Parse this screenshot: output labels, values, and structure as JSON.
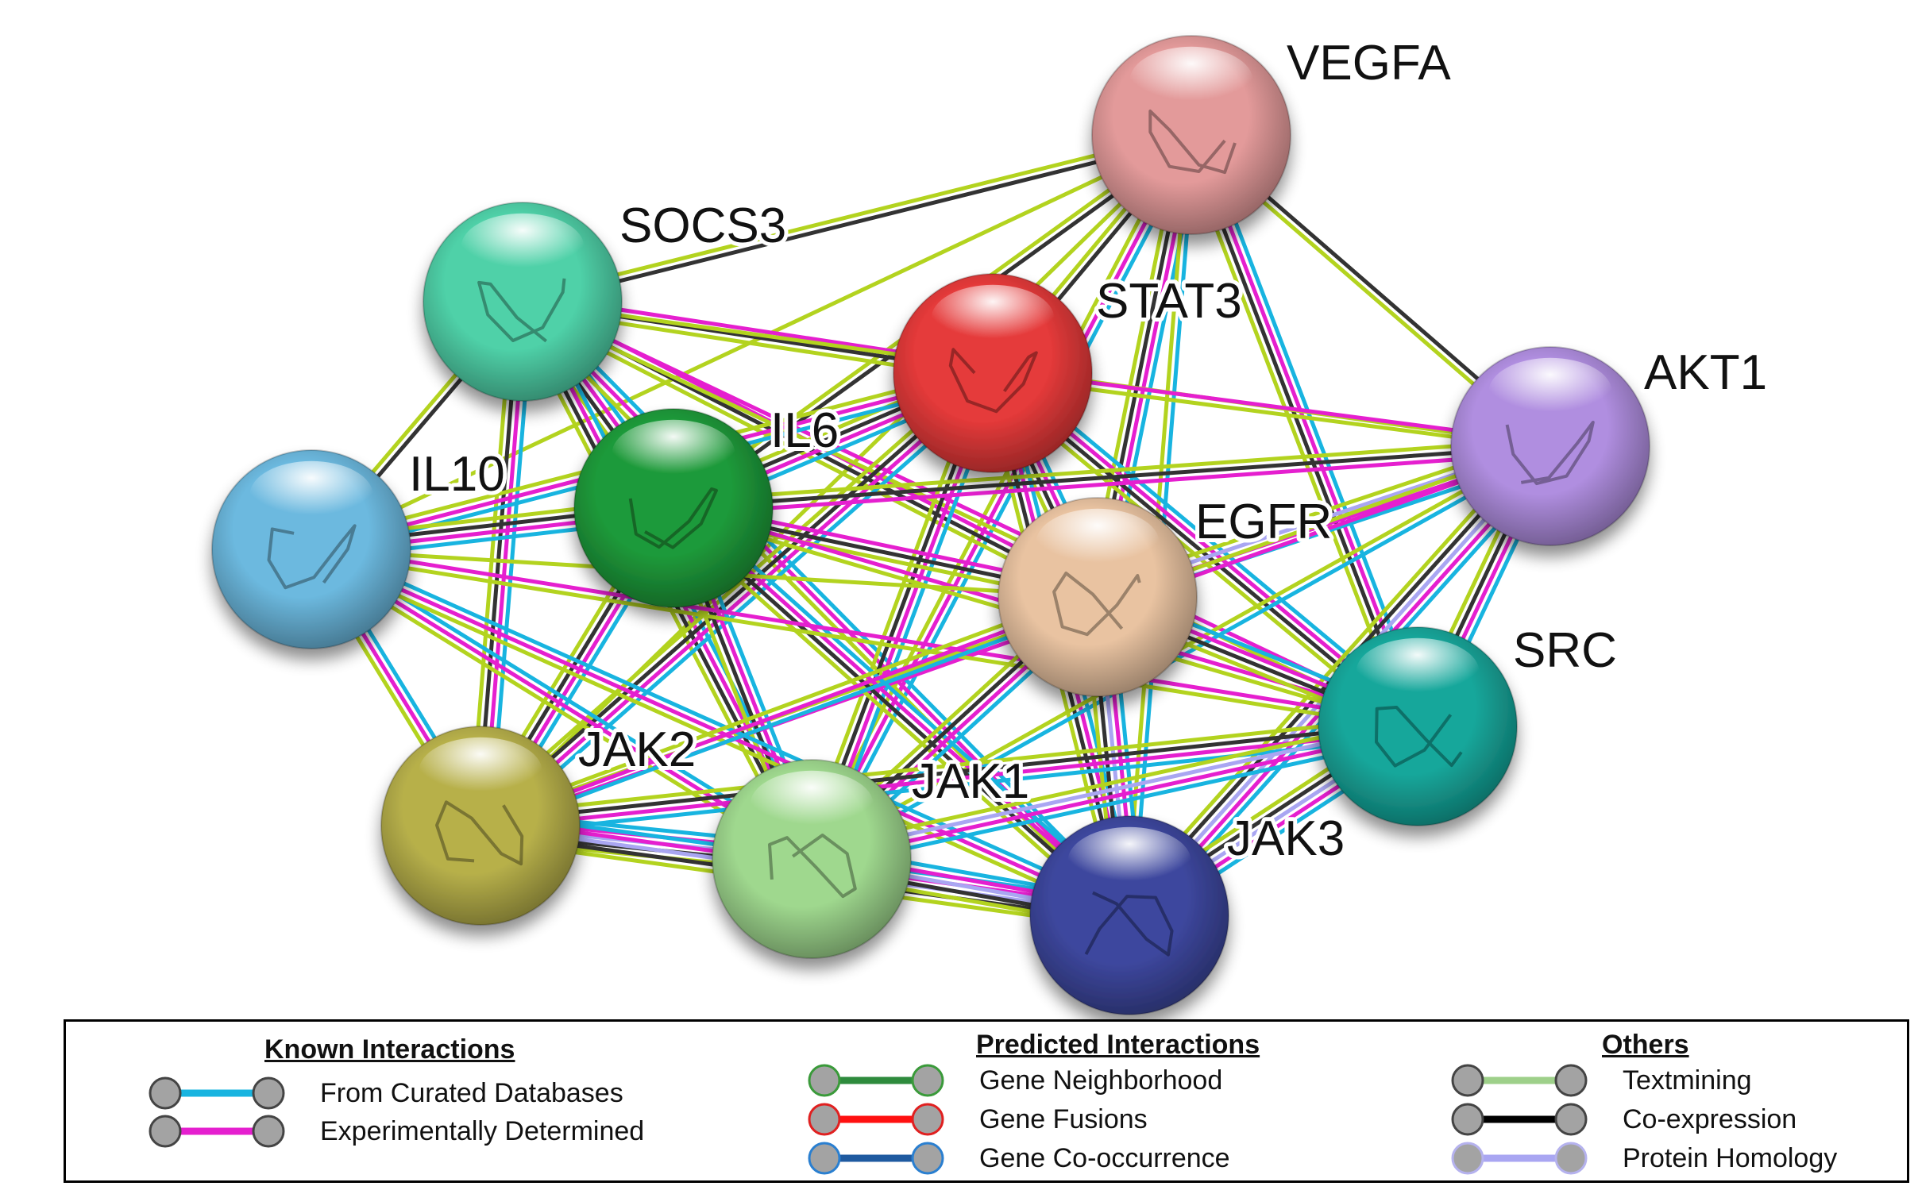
{
  "nodes": [
    {
      "id": "VEGFA",
      "label": "VEGFA",
      "color": "#e39a9a"
    },
    {
      "id": "SOCS3",
      "label": "SOCS3",
      "color": "#4fd1a8"
    },
    {
      "id": "STAT3",
      "label": "STAT3",
      "color": "#e53a3a"
    },
    {
      "id": "AKT1",
      "label": "AKT1",
      "color": "#b08ee0"
    },
    {
      "id": "IL6",
      "label": "IL6",
      "color": "#1e9a3a"
    },
    {
      "id": "IL10",
      "label": "IL10",
      "color": "#6cb9df"
    },
    {
      "id": "EGFR",
      "label": "EGFR",
      "color": "#e9c3a1"
    },
    {
      "id": "SRC",
      "label": "SRC",
      "color": "#16a79b"
    },
    {
      "id": "JAK2",
      "label": "JAK2",
      "color": "#b7b04a"
    },
    {
      "id": "JAK1",
      "label": "JAK1",
      "color": "#9fd88e"
    },
    {
      "id": "JAK3",
      "label": "JAK3",
      "color": "#3d479e"
    }
  ],
  "edge_colors": {
    "curated": "#18b4e0",
    "experimental": "#e51fcf",
    "textmining": "#b3d31f",
    "coexpression": "#333333",
    "homology": "#a9a6f2"
  },
  "edges": [
    {
      "source": "VEGFA",
      "target": "SOCS3",
      "types": [
        "coexpression",
        "textmining"
      ]
    },
    {
      "source": "VEGFA",
      "target": "STAT3",
      "types": [
        "coexpression",
        "textmining"
      ]
    },
    {
      "source": "VEGFA",
      "target": "AKT1",
      "types": [
        "coexpression",
        "textmining"
      ]
    },
    {
      "source": "VEGFA",
      "target": "IL6",
      "types": [
        "coexpression",
        "textmining"
      ]
    },
    {
      "source": "VEGFA",
      "target": "IL10",
      "types": [
        "textmining"
      ]
    },
    {
      "source": "VEGFA",
      "target": "EGFR",
      "types": [
        "curated",
        "experimental",
        "coexpression",
        "textmining"
      ]
    },
    {
      "source": "VEGFA",
      "target": "SRC",
      "types": [
        "curated",
        "experimental",
        "coexpression",
        "textmining"
      ]
    },
    {
      "source": "VEGFA",
      "target": "JAK2",
      "types": [
        "textmining"
      ]
    },
    {
      "source": "VEGFA",
      "target": "JAK1",
      "types": [
        "curated",
        "experimental",
        "textmining"
      ]
    },
    {
      "source": "VEGFA",
      "target": "JAK3",
      "types": [
        "curated",
        "textmining"
      ]
    },
    {
      "source": "SOCS3",
      "target": "STAT3",
      "types": [
        "experimental",
        "coexpression",
        "textmining"
      ]
    },
    {
      "source": "SOCS3",
      "target": "IL6",
      "types": [
        "curated",
        "experimental",
        "coexpression",
        "textmining"
      ]
    },
    {
      "source": "SOCS3",
      "target": "IL10",
      "types": [
        "coexpression",
        "textmining"
      ]
    },
    {
      "source": "SOCS3",
      "target": "EGFR",
      "types": [
        "experimental",
        "coexpression",
        "textmining"
      ]
    },
    {
      "source": "SOCS3",
      "target": "SRC",
      "types": [
        "experimental",
        "textmining"
      ]
    },
    {
      "source": "SOCS3",
      "target": "AKT1",
      "types": [
        "textmining"
      ]
    },
    {
      "source": "SOCS3",
      "target": "JAK2",
      "types": [
        "curated",
        "experimental",
        "coexpression",
        "textmining"
      ]
    },
    {
      "source": "SOCS3",
      "target": "JAK1",
      "types": [
        "curated",
        "experimental",
        "coexpression",
        "textmining"
      ]
    },
    {
      "source": "SOCS3",
      "target": "JAK3",
      "types": [
        "curated",
        "experimental",
        "textmining"
      ]
    },
    {
      "source": "STAT3",
      "target": "AKT1",
      "types": [
        "experimental",
        "textmining"
      ]
    },
    {
      "source": "STAT3",
      "target": "IL6",
      "types": [
        "curated",
        "experimental",
        "coexpression",
        "textmining"
      ]
    },
    {
      "source": "STAT3",
      "target": "IL10",
      "types": [
        "curated",
        "experimental",
        "textmining"
      ]
    },
    {
      "source": "STAT3",
      "target": "EGFR",
      "types": [
        "curated",
        "experimental",
        "coexpression",
        "textmining"
      ]
    },
    {
      "source": "STAT3",
      "target": "SRC",
      "types": [
        "curated",
        "experimental",
        "coexpression",
        "textmining"
      ]
    },
    {
      "source": "STAT3",
      "target": "JAK2",
      "types": [
        "curated",
        "experimental",
        "coexpression",
        "textmining"
      ]
    },
    {
      "source": "STAT3",
      "target": "JAK1",
      "types": [
        "curated",
        "experimental",
        "coexpression",
        "textmining"
      ]
    },
    {
      "source": "STAT3",
      "target": "JAK3",
      "types": [
        "curated",
        "experimental",
        "coexpression",
        "textmining"
      ]
    },
    {
      "source": "AKT1",
      "target": "IL6",
      "types": [
        "experimental",
        "coexpression",
        "textmining"
      ]
    },
    {
      "source": "AKT1",
      "target": "EGFR",
      "types": [
        "curated",
        "experimental",
        "homology",
        "textmining"
      ]
    },
    {
      "source": "AKT1",
      "target": "SRC",
      "types": [
        "curated",
        "experimental",
        "coexpression",
        "textmining"
      ]
    },
    {
      "source": "AKT1",
      "target": "JAK2",
      "types": [
        "experimental",
        "textmining"
      ]
    },
    {
      "source": "AKT1",
      "target": "JAK1",
      "types": [
        "curated",
        "textmining"
      ]
    },
    {
      "source": "AKT1",
      "target": "JAK3",
      "types": [
        "curated",
        "experimental",
        "homology",
        "coexpression",
        "textmining"
      ]
    },
    {
      "source": "IL6",
      "target": "IL10",
      "types": [
        "curated",
        "experimental",
        "coexpression",
        "textmining"
      ]
    },
    {
      "source": "IL6",
      "target": "EGFR",
      "types": [
        "experimental",
        "coexpression",
        "textmining"
      ]
    },
    {
      "source": "IL6",
      "target": "SRC",
      "types": [
        "experimental",
        "textmining"
      ]
    },
    {
      "source": "IL6",
      "target": "JAK2",
      "types": [
        "curated",
        "experimental",
        "coexpression",
        "textmining"
      ]
    },
    {
      "source": "IL6",
      "target": "JAK1",
      "types": [
        "curated",
        "experimental",
        "coexpression",
        "textmining"
      ]
    },
    {
      "source": "IL6",
      "target": "JAK3",
      "types": [
        "curated",
        "experimental",
        "coexpression",
        "textmining"
      ]
    },
    {
      "source": "IL10",
      "target": "EGFR",
      "types": [
        "textmining"
      ]
    },
    {
      "source": "IL10",
      "target": "SRC",
      "types": [
        "experimental",
        "textmining"
      ]
    },
    {
      "source": "IL10",
      "target": "JAK2",
      "types": [
        "curated",
        "experimental",
        "textmining"
      ]
    },
    {
      "source": "IL10",
      "target": "JAK1",
      "types": [
        "curated",
        "experimental",
        "textmining"
      ]
    },
    {
      "source": "IL10",
      "target": "JAK3",
      "types": [
        "curated",
        "experimental",
        "textmining"
      ]
    },
    {
      "source": "EGFR",
      "target": "SRC",
      "types": [
        "curated",
        "experimental",
        "coexpression",
        "textmining"
      ]
    },
    {
      "source": "EGFR",
      "target": "JAK2",
      "types": [
        "curated",
        "experimental",
        "textmining"
      ]
    },
    {
      "source": "EGFR",
      "target": "JAK1",
      "types": [
        "curated",
        "experimental",
        "coexpression",
        "textmining"
      ]
    },
    {
      "source": "EGFR",
      "target": "JAK3",
      "types": [
        "curated",
        "experimental",
        "homology",
        "coexpression",
        "textmining"
      ]
    },
    {
      "source": "SRC",
      "target": "JAK2",
      "types": [
        "curated",
        "experimental",
        "coexpression",
        "textmining"
      ]
    },
    {
      "source": "SRC",
      "target": "JAK1",
      "types": [
        "curated",
        "experimental",
        "homology",
        "textmining"
      ]
    },
    {
      "source": "SRC",
      "target": "JAK3",
      "types": [
        "curated",
        "experimental",
        "homology",
        "coexpression",
        "textmining"
      ]
    },
    {
      "source": "JAK2",
      "target": "JAK1",
      "types": [
        "curated",
        "experimental",
        "homology",
        "coexpression",
        "textmining"
      ]
    },
    {
      "source": "JAK2",
      "target": "JAK3",
      "types": [
        "curated",
        "experimental",
        "homology",
        "coexpression",
        "textmining"
      ]
    },
    {
      "source": "JAK1",
      "target": "JAK3",
      "types": [
        "curated",
        "experimental",
        "homology",
        "coexpression",
        "textmining"
      ]
    }
  ],
  "legend": {
    "known": {
      "title": "Known Interactions",
      "items": [
        {
          "label": "From Curated Databases",
          "color": "#18b4e0"
        },
        {
          "label": "Experimentally Determined",
          "color": "#e51fcf"
        }
      ]
    },
    "predicted": {
      "title": "Predicted Interactions",
      "items": [
        {
          "label": "Gene Neighborhood",
          "color": "#2e8b3d",
          "node_ring": "#3a9a3a"
        },
        {
          "label": "Gene Fusions",
          "color": "#ff1010",
          "node_ring": "#e02020"
        },
        {
          "label": "Gene Co-occurrence",
          "color": "#1f5aa0",
          "node_ring": "#2a7fd0"
        }
      ]
    },
    "others": {
      "title": "Others",
      "items": [
        {
          "label": "Textmining",
          "color": "#9ed08a"
        },
        {
          "label": "Co-expression",
          "color": "#000000"
        },
        {
          "label": "Protein Homology",
          "color": "#a9a6f2"
        }
      ]
    }
  }
}
